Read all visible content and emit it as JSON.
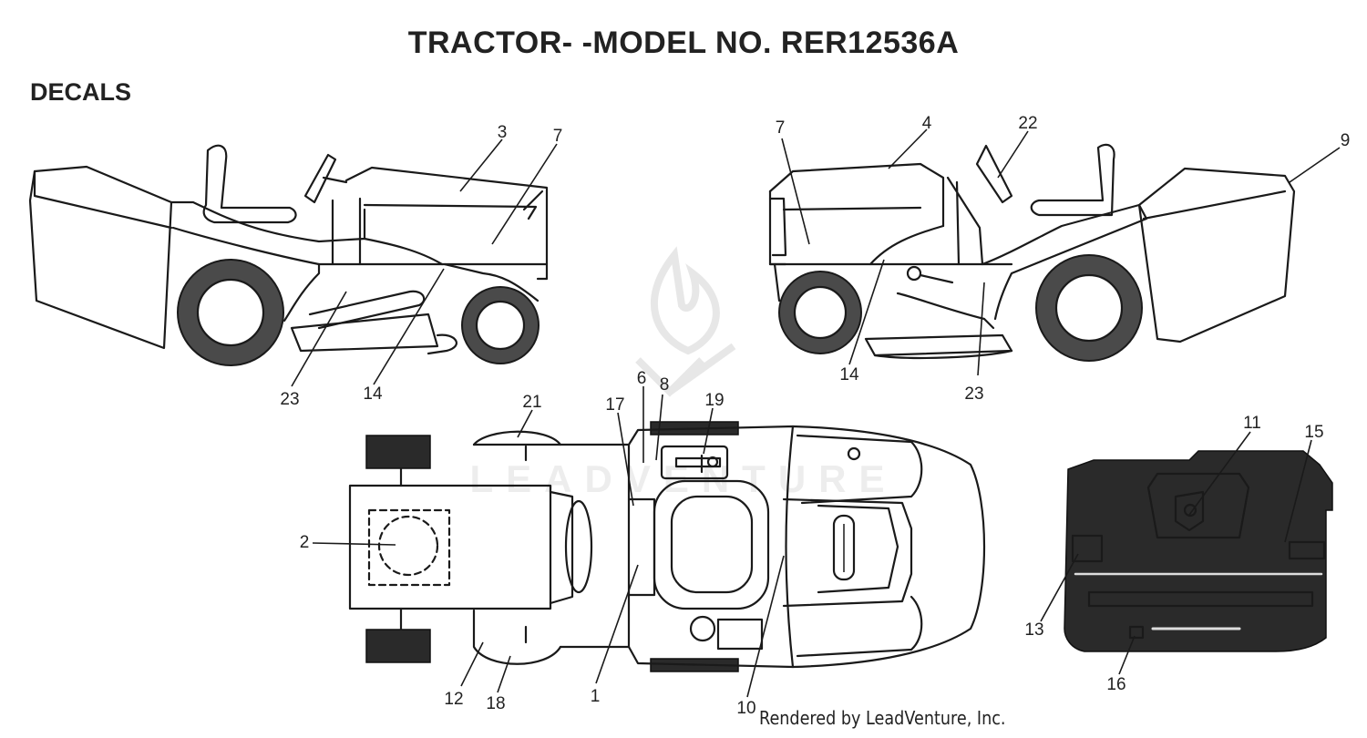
{
  "title": "TRACTOR- -MODEL NO. RER12536A",
  "section_heading": "DECALS",
  "credit": "Rendered by LeadVenture, Inc.",
  "watermark": "LEADVENTURE",
  "callouts": {
    "left_view": [
      "3",
      "7",
      "23",
      "14"
    ],
    "right_view": [
      "7",
      "4",
      "22",
      "9",
      "14",
      "23"
    ],
    "top_view": [
      "21",
      "17",
      "6",
      "8",
      "19",
      "2",
      "1",
      "12",
      "18",
      "10"
    ],
    "rear_view": [
      "11",
      "15",
      "13",
      "16"
    ]
  }
}
